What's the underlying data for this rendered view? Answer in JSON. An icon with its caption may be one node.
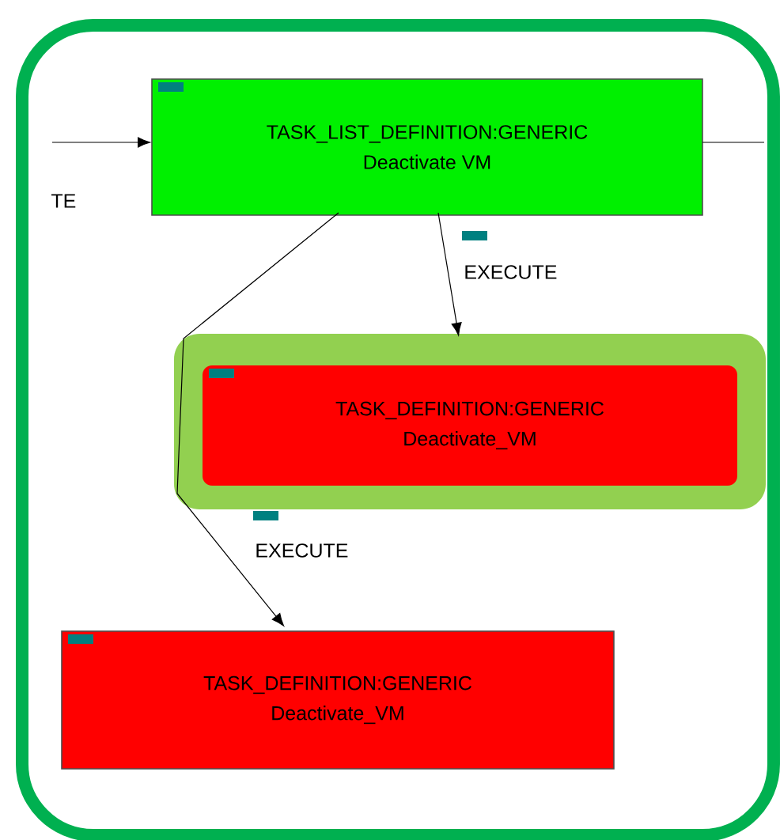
{
  "diagram": {
    "nodes": [
      {
        "text": [],
        "shape": "box"
      },
      {
        "text": [
          "TASK_LIST_DEFINITION:GENERIC",
          "Deactivate VM"
        ],
        "in": 0
      },
      {
        "text": [
          "TASK_DEFINITION:GENERIC",
          "Deactivate_VM"
        ],
        "in": 0
      },
      {
        "text": [
          "TASK_DEFINITION:GENERIC",
          "Deactivate_VM"
        ],
        "in": 0
      }
    ],
    "edges": [
      {
        "from": null,
        "to": 1,
        "arrow": "to",
        "label": "TE"
      },
      {
        "from": 1,
        "to": null,
        "arrow": "none"
      },
      {
        "from": 1,
        "to": 2,
        "arrow": "to",
        "label": "EXECUTE"
      },
      {
        "from": 1,
        "to": 3,
        "arrow": "to",
        "label": "EXECUTE"
      }
    ]
  }
}
